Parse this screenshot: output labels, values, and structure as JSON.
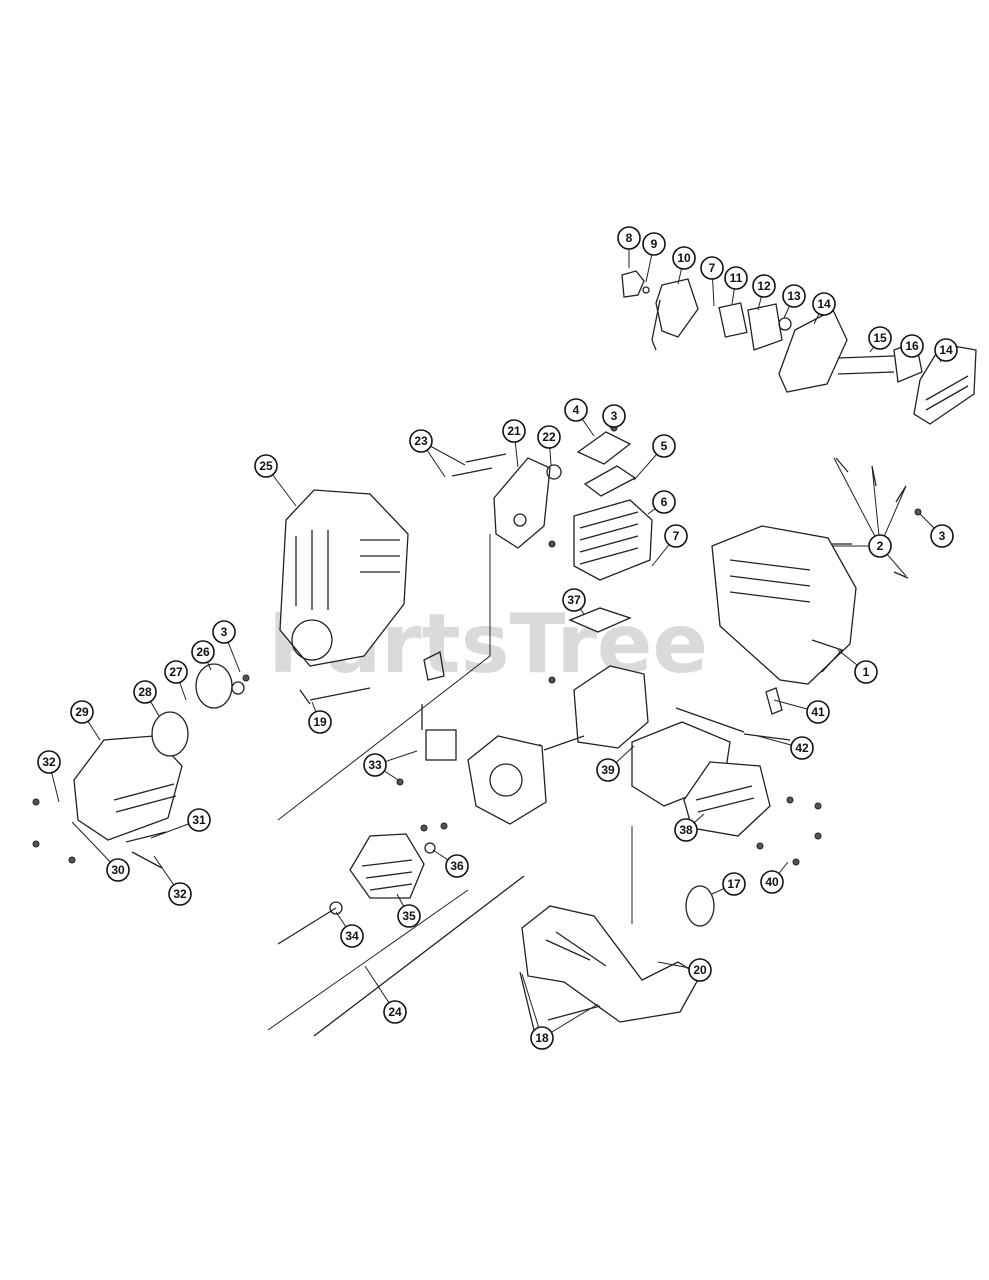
{
  "watermark": "PartsTree",
  "callouts": [
    {
      "label": "1"
    },
    {
      "label": "2"
    },
    {
      "label": "3"
    },
    {
      "label": "3"
    },
    {
      "label": "3"
    },
    {
      "label": "4"
    },
    {
      "label": "5"
    },
    {
      "label": "6"
    },
    {
      "label": "7"
    },
    {
      "label": "7"
    },
    {
      "label": "8"
    },
    {
      "label": "9"
    },
    {
      "label": "10"
    },
    {
      "label": "11"
    },
    {
      "label": "12"
    },
    {
      "label": "13"
    },
    {
      "label": "14"
    },
    {
      "label": "14"
    },
    {
      "label": "15"
    },
    {
      "label": "16"
    },
    {
      "label": "17"
    },
    {
      "label": "18"
    },
    {
      "label": "19"
    },
    {
      "label": "20"
    },
    {
      "label": "21"
    },
    {
      "label": "22"
    },
    {
      "label": "23"
    },
    {
      "label": "24"
    },
    {
      "label": "25"
    },
    {
      "label": "26"
    },
    {
      "label": "27"
    },
    {
      "label": "28"
    },
    {
      "label": "29"
    },
    {
      "label": "30"
    },
    {
      "label": "31"
    },
    {
      "label": "32"
    },
    {
      "label": "32"
    },
    {
      "label": "33"
    },
    {
      "label": "34"
    },
    {
      "label": "35"
    },
    {
      "label": "36"
    },
    {
      "label": "37"
    },
    {
      "label": "38"
    },
    {
      "label": "39"
    },
    {
      "label": "40"
    },
    {
      "label": "41"
    },
    {
      "label": "42"
    }
  ]
}
